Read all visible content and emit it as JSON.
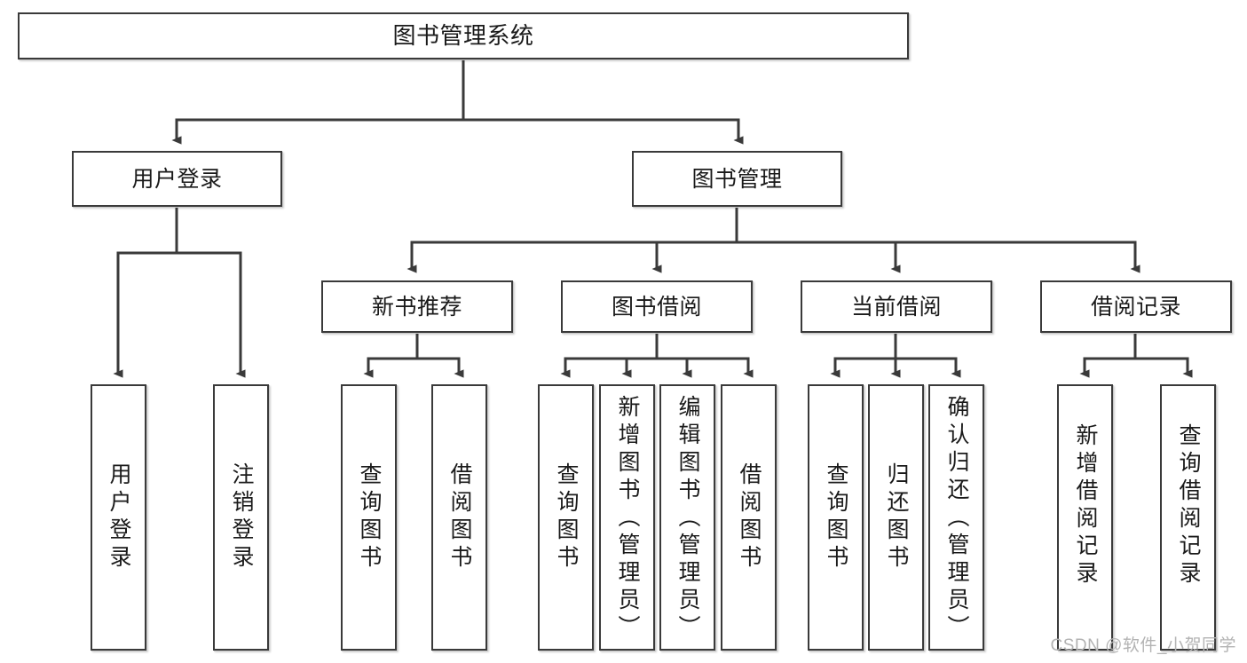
{
  "diagram": {
    "type": "tree",
    "title": "图书管理系统",
    "watermark": "CSDN @软件_小贺同学",
    "colors": {
      "box_border": "#3a3a3a",
      "box_fill": "#ffffff",
      "connector": "#3a3a3a",
      "watermark": "#b3b3b3",
      "page_background": "#ffffff"
    },
    "nodes": {
      "root": {
        "label": "图书管理系统"
      },
      "level2": [
        {
          "label": "用户登录"
        },
        {
          "label": "图书管理"
        }
      ],
      "level3": [
        {
          "label": "新书推荐"
        },
        {
          "label": "图书借阅"
        },
        {
          "label": "当前借阅"
        },
        {
          "label": "借阅记录"
        }
      ],
      "leaves": {
        "user_login": [
          {
            "label": "用户登录"
          },
          {
            "label": "注销登录"
          }
        ],
        "new_books": [
          {
            "label": "查询图书"
          },
          {
            "label": "借阅图书"
          }
        ],
        "book_borrow": [
          {
            "label": "查询图书"
          },
          {
            "label": "新增图书（管理员）"
          },
          {
            "label": "编辑图书（管理员）"
          },
          {
            "label": "借阅图书"
          }
        ],
        "current_borrow": [
          {
            "label": "查询图书"
          },
          {
            "label": "归还图书"
          },
          {
            "label": "确认归还（管理员）"
          }
        ],
        "borrow_records": [
          {
            "label": "新增借阅记录"
          },
          {
            "label": "查询借阅记录"
          }
        ]
      }
    }
  }
}
